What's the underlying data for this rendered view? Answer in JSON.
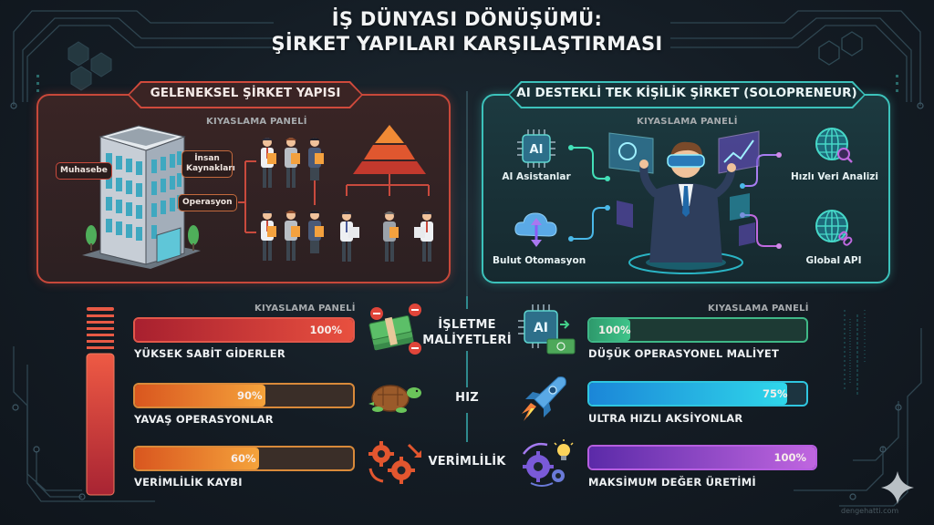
{
  "title": {
    "line1": "İŞ DÜNYASI DÖNÜŞÜMÜ:",
    "line2": "ŞİRKET YAPILARI KARŞILAŞTIRMASI"
  },
  "traditional": {
    "header": "GELENEKSEL ŞİRKET YAPISI",
    "subtitle": "KIYASLAMA PANELİ",
    "departments": [
      "Muhasebe",
      "İnsan Kaynakları",
      "Operasyon"
    ],
    "accent": "#d04a3c"
  },
  "ai_company": {
    "header": "AI DESTEKLİ TEK KİŞİLİK ŞİRKET (SOLOPRENEUR)",
    "subtitle": "KIYASLAMA PANELİ",
    "features": {
      "ai_assistants": "AI Asistanlar",
      "cloud_automation": "Bulut Otomasyon",
      "fast_analytics": "Hızlı Veri Analizi",
      "global_api": "Global API"
    },
    "chip_label": "AI",
    "accent": "#3cc2bb"
  },
  "comparison": {
    "left_subtitle": "KIYASLAMA PANELİ",
    "right_subtitle": "KIYASLAMA PANELİ",
    "metrics": [
      {
        "name": "İŞLETME MALİYETLERİ",
        "line1": "İŞLETME",
        "line2": "MALİYETLERİ"
      },
      {
        "name": "HIZ",
        "line1": "HIZ"
      },
      {
        "name": "VERİMLİLİK",
        "line1": "VERİMLİLİK"
      }
    ],
    "left_bars": [
      {
        "label": "YÜKSEK SABİT GİDERLER",
        "value": 100,
        "display": "100%",
        "color_from": "#a8202f",
        "color_to": "#e8503f"
      },
      {
        "label": "YAVAŞ OPERASYONLAR",
        "value": 90,
        "display": "90%",
        "color_from": "#d9561f",
        "color_to": "#f5a33b"
      },
      {
        "label": "VERİMLİLİK KAYBI",
        "value": 60,
        "display": "60%",
        "color_from": "#d9561f",
        "color_to": "#f5a33b"
      }
    ],
    "right_bars": [
      {
        "label": "DÜŞÜK OPERASYONEL MALİYET",
        "value": 100,
        "display": "100%",
        "color_from": "#2e9a6c",
        "color_to": "#3fc48a"
      },
      {
        "label": "ULTRA HIZLI AKSİYONLAR",
        "value": 75,
        "display": "75%",
        "color_from": "#1b86d8",
        "color_to": "#2fd7ea"
      },
      {
        "label": "MAKSİMUM DEĞER ÜRETİMİ",
        "value": 100,
        "display": "100%",
        "color_from": "#5b2aa8",
        "color_to": "#c066e0"
      }
    ]
  },
  "chart_data": {
    "type": "bar",
    "title": "İŞ DÜNYASI DÖNÜŞÜMÜ: ŞİRKET YAPILARI KARŞILAŞTIRMASI",
    "categories": [
      "İŞLETME MALİYETLERİ",
      "HIZ",
      "VERİMLİLİK"
    ],
    "series": [
      {
        "name": "GELENEKSEL ŞİRKET YAPISI",
        "labels": [
          "YÜKSEK SABİT GİDERLER",
          "YAVAŞ OPERASYONLAR",
          "VERİMLİLİK KAYBI"
        ],
        "values": [
          100,
          90,
          60
        ]
      },
      {
        "name": "AI DESTEKLİ TEK KİŞİLİK ŞİRKET (SOLOPRENEUR)",
        "labels": [
          "DÜŞÜK OPERASYONEL MALİYET",
          "ULTRA HIZLI AKSİYONLAR",
          "MAKSİMUM DEĞER ÜRETİMİ"
        ],
        "values": [
          100,
          75,
          100
        ]
      }
    ],
    "xlabel": "",
    "ylabel": "%",
    "ylim": [
      0,
      100
    ],
    "orientation": "horizontal"
  },
  "watermark": "dengehatti.com"
}
